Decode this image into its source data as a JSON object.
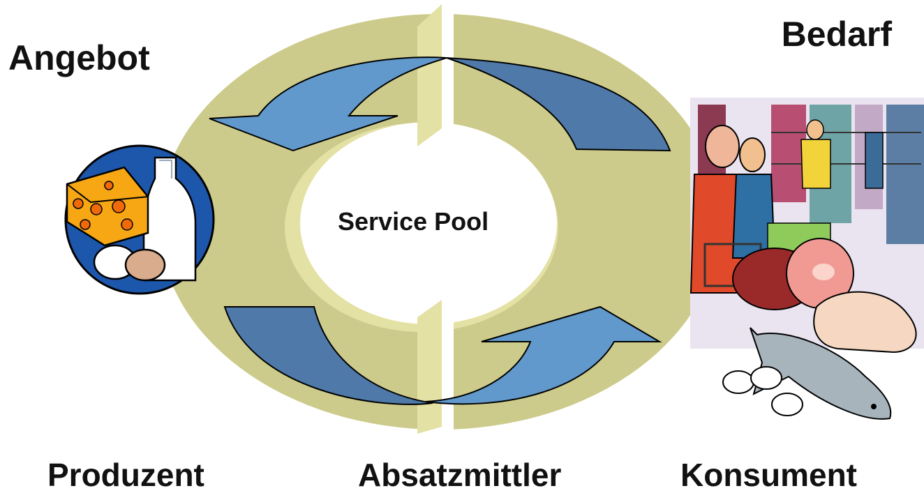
{
  "labels": {
    "supply": "Angebot",
    "demand": "Bedarf",
    "center": "Service Pool",
    "producer": "Produzent",
    "intermediary": "Absatzmittler",
    "consumer": "Konsument"
  },
  "icons": {
    "left_picture": "cheese-milk-eggs-icon",
    "right_picture": "supermarket-shoppers-icon",
    "right_foods": "meat-poultry-fish-eggs-icon"
  },
  "colors": {
    "ring_face": "#cccb8b",
    "ring_light": "#e3e0a0",
    "arrow_light": "#6199cc",
    "arrow_dark": "#4f79a8",
    "food_circle": "#1d57ac"
  }
}
